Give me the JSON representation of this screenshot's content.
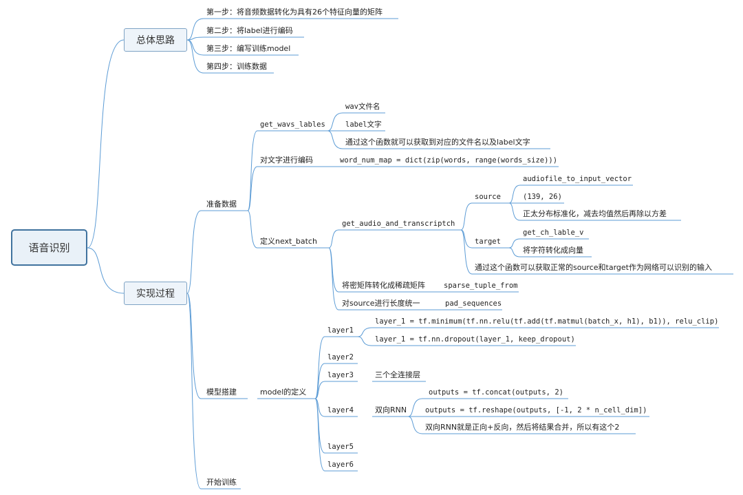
{
  "mindmap": {
    "root": "语音识别",
    "overview": {
      "title": "总体思路",
      "steps": [
        "第一步：将音频数据转化为具有26个特征向量的矩阵",
        "第二步：将label进行编码",
        "第三步：编写训练model",
        "第四步：训练数据"
      ]
    },
    "impl": {
      "title": "实现过程",
      "prepare": {
        "title": "准备数据",
        "get_wavs": {
          "title": "get_wavs_lables",
          "items": [
            "wav文件名",
            "label文字",
            "通过这个函数就可以获取到对应的文件名以及label文字"
          ]
        },
        "encode": {
          "title": "对文字进行编码",
          "code": "word_num_map = dict(zip(words, range(words_size)))"
        },
        "next_batch": {
          "title": "定义next_batch",
          "get_audio": {
            "title": "get_audio_and_transcriptch",
            "source": {
              "title": "source",
              "items": [
                "audiofile_to_input_vector",
                "(139, 26)",
                "正太分布标准化，减去均值然后再除以方差"
              ]
            },
            "target": {
              "title": "target",
              "items": [
                "get_ch_lable_v",
                "将字符转化成向量"
              ]
            },
            "note": "通过这个函数可以获取正常的source和target作为网络可以识别的输入"
          },
          "sparse": {
            "title": "将密矩阵转化成稀疏矩阵",
            "func": "sparse_tuple_from"
          },
          "pad": {
            "title": "对source进行长度统一",
            "func": "pad_sequences"
          }
        }
      },
      "model": {
        "title": "模型搭建",
        "def": "model的定义",
        "layer1": {
          "title": "layer1",
          "items": [
            "layer_1 = tf.minimum(tf.nn.relu(tf.add(tf.matmul(batch_x, h1), b1)), relu_clip)",
            "layer_1 = tf.nn.dropout(layer_1, keep_dropout)"
          ]
        },
        "layer2": "layer2",
        "layer3": {
          "title": "layer3",
          "note": "三个全连接层"
        },
        "layer4": {
          "title": "layer4",
          "rnn": "双向RNN",
          "items": [
            "outputs = tf.concat(outputs, 2)",
            "outputs = tf.reshape(outputs, [-1, 2 * n_cell_dim])",
            "双向RNN就是正向+反向，然后将结果合并，所以有这个2"
          ]
        },
        "layer5": "layer5",
        "layer6": "layer6"
      },
      "train": "开始训练"
    }
  },
  "colors": {
    "line": "#5b9bd5",
    "root_border": "#3f729e"
  }
}
